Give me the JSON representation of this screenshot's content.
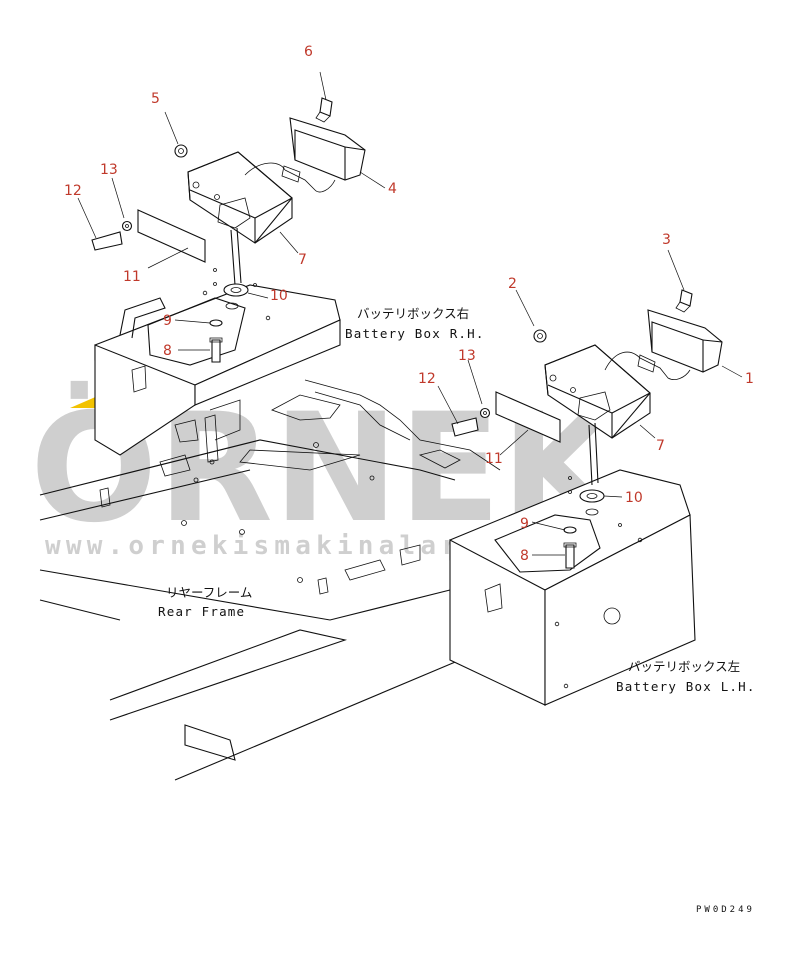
{
  "labels": {
    "battery_box_rh_jp": "バッテリボックス右",
    "battery_box_rh_en": "Battery Box R.H.",
    "rear_frame_jp": "リヤーフレーム",
    "rear_frame_en": "Rear Frame",
    "battery_box_lh_jp": "バッテリボックス左",
    "battery_box_lh_en": "Battery Box L.H.",
    "drawing_code": "PW0D249"
  },
  "watermark": {
    "brand": "ÖRNEK",
    "url": "www.ornekismakinalari.com.tr"
  },
  "callouts": {
    "c1": "1",
    "c2": "2",
    "c3": "3",
    "c4": "4",
    "c5": "5",
    "c6": "6",
    "c7a": "7",
    "c7b": "7",
    "c8a": "8",
    "c8b": "8",
    "c9a": "9",
    "c9b": "9",
    "c10a": "10",
    "c10b": "10",
    "c11a": "11",
    "c11b": "11",
    "c12a": "12",
    "c12b": "12",
    "c13a": "13",
    "c13b": "13"
  },
  "colors": {
    "callout": "#c0392b",
    "line": "#111111",
    "watermark": "#cfcfcf",
    "accent": "#f2c200"
  }
}
